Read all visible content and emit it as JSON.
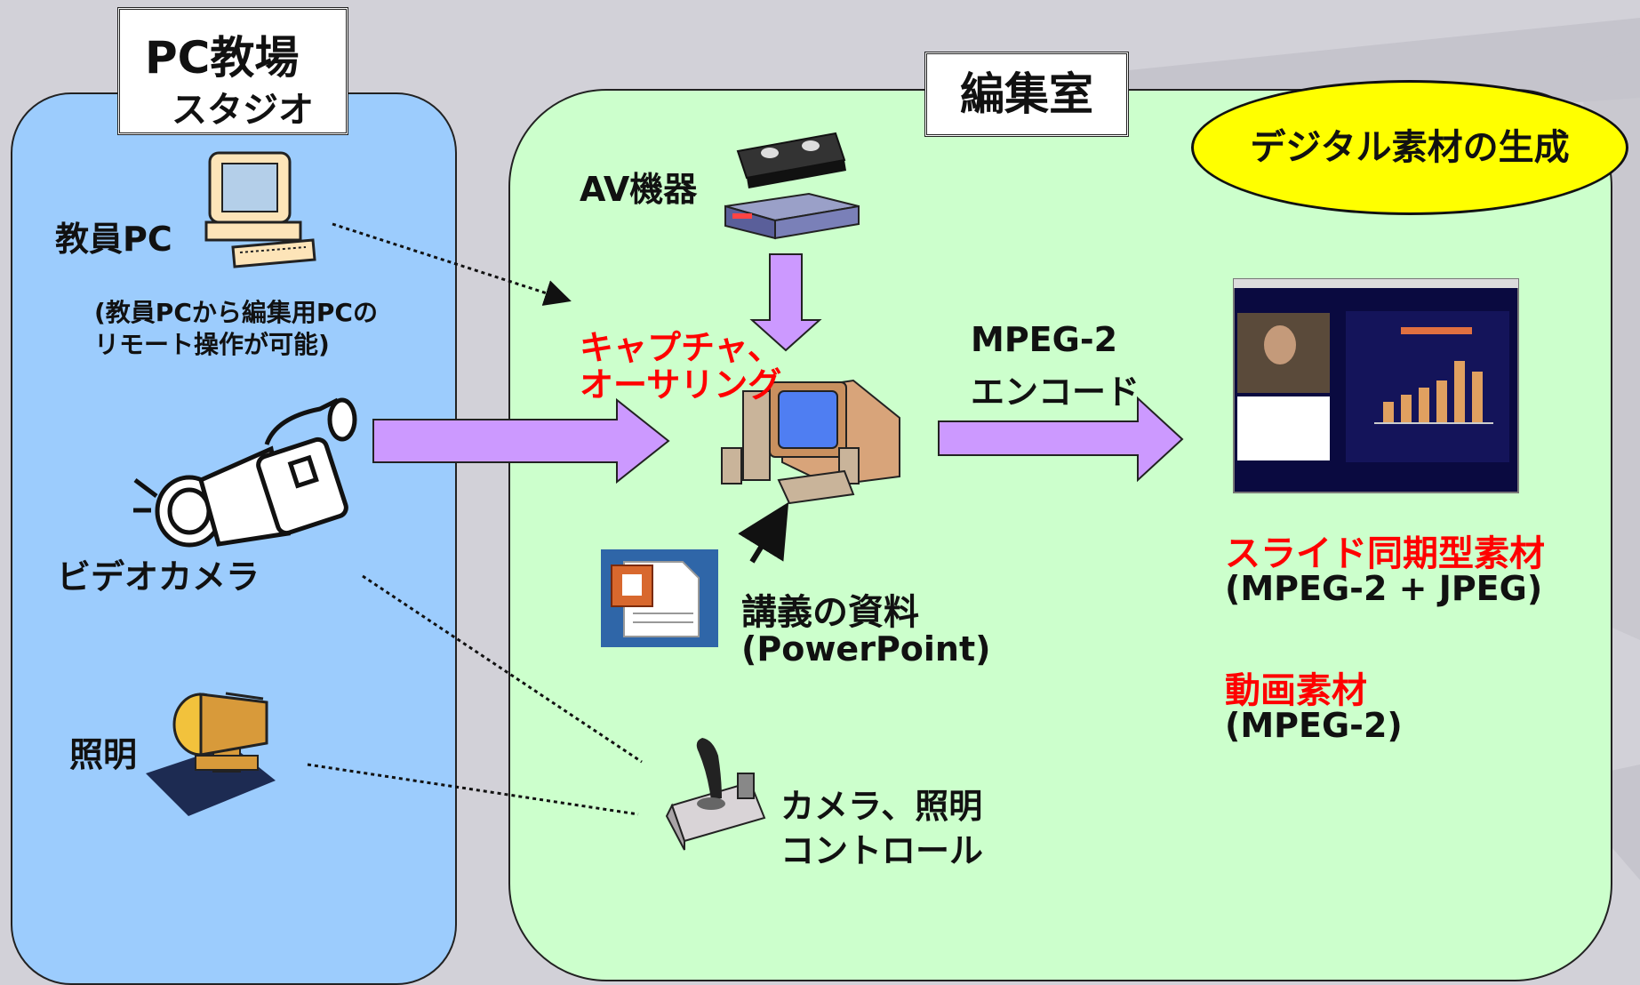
{
  "studio": {
    "title_line1": "PC教場",
    "title_line2": "スタジオ",
    "teacher_pc": "教員PC",
    "remote_note_line1": "(教員PCから編集用PCの",
    "remote_note_line2": "リモート操作が可能)",
    "video_camera": "ビデオカメラ",
    "lighting": "照明"
  },
  "edit_room": {
    "title": "編集室",
    "av_equipment": "AV機器",
    "capture_line1": "キャプチャ、",
    "capture_line2": "オーサリング",
    "encode_line1": "MPEG-2",
    "encode_line2": "エンコード",
    "lecture_material": "講義の資料",
    "powerpoint": "(PowerPoint)",
    "control_line1": "カメラ、照明",
    "control_line2": "コントロール"
  },
  "output": {
    "badge": "デジタル素材の生成",
    "slide_sync": "スライド同期型素材",
    "slide_sync_format": "(MPEG-2 + JPEG)",
    "video_material": "動画素材",
    "video_format": "(MPEG-2)"
  },
  "colors": {
    "background": "#d2d1d8",
    "studio_panel": "#9cccfd",
    "edit_panel": "#ccffcc",
    "badge_fill": "#ffff00",
    "arrow_fill": "#cc99ff",
    "highlight_text": "#ff0000"
  },
  "icons": [
    "computer-icon",
    "video-camera-icon",
    "spotlight-icon",
    "vhs-tape-icon",
    "vcr-icon",
    "desktop-computer-icon",
    "powerpoint-icon",
    "joystick-icon",
    "screenshot-thumbnail"
  ]
}
